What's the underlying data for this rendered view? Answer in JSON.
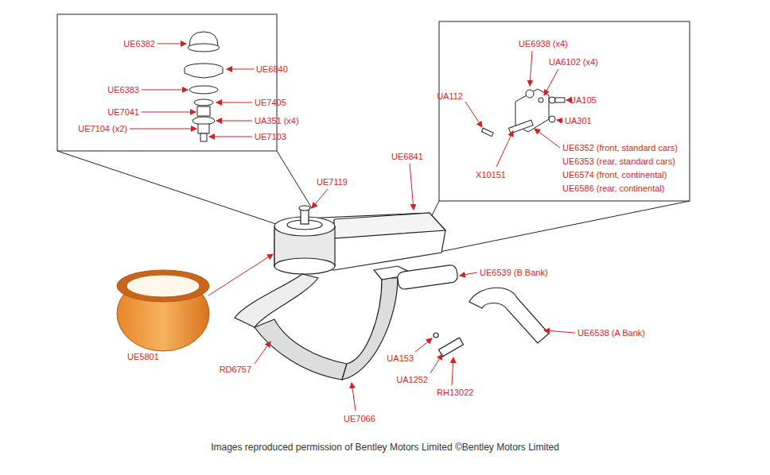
{
  "diagram": {
    "caption": "Images reproduced permission of Bentley Motors Limited ©Bentley Motors Limited",
    "labels": [
      "UE6382",
      "UE6840",
      "UE6383",
      "UE7405",
      "UE7041",
      "UA351 (x4)",
      "UE7104 (x2)",
      "UE7103",
      "UE6938 (x4)",
      "UA6102 (x4)",
      "UA112",
      "UA105",
      "UA301",
      "UE6352 (front, standard cars)",
      "UE6353 (rear, standard cars)",
      "UE6574 (front, continental)",
      "UE6586 (rear, continental)",
      "X10151",
      "UE6841",
      "UE7119",
      "UE6539 (B Bank)",
      "UE6538 (A Bank)",
      "UE5801",
      "RD6757",
      "UA153",
      "UA1252",
      "RH13022",
      "UE7066"
    ]
  }
}
